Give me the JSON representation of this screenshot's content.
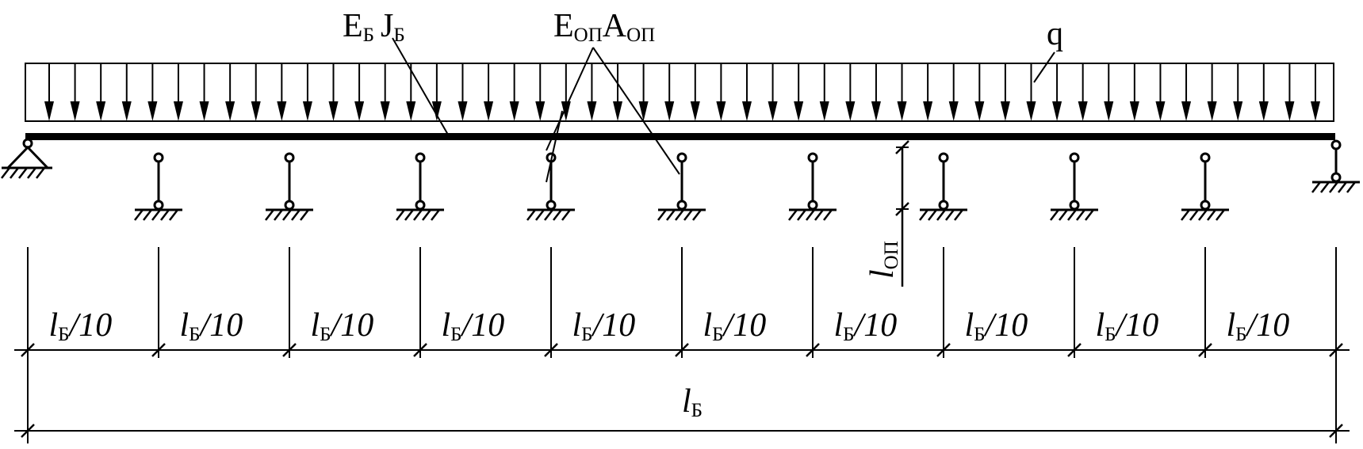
{
  "labels": {
    "beam_stiffness": {
      "base1": "E",
      "sub1": "Б",
      "base2": "J",
      "sub2": "Б"
    },
    "support_stiffness": {
      "base1": "E",
      "sub1": "ОП",
      "base2": "A",
      "sub2": "ОП"
    },
    "load": "q",
    "support_length": {
      "base": "l",
      "sub": "ОП"
    },
    "segment_length": {
      "base": "l",
      "sub": "Б",
      "tail": "/10"
    },
    "total_length": {
      "base": "l",
      "sub": "Б"
    }
  },
  "structure": {
    "span_divisions": 10,
    "load_arrow_count": 50,
    "elastic_support_count": 9,
    "colors": {
      "ink": "#000000",
      "background": "#ffffff"
    }
  }
}
